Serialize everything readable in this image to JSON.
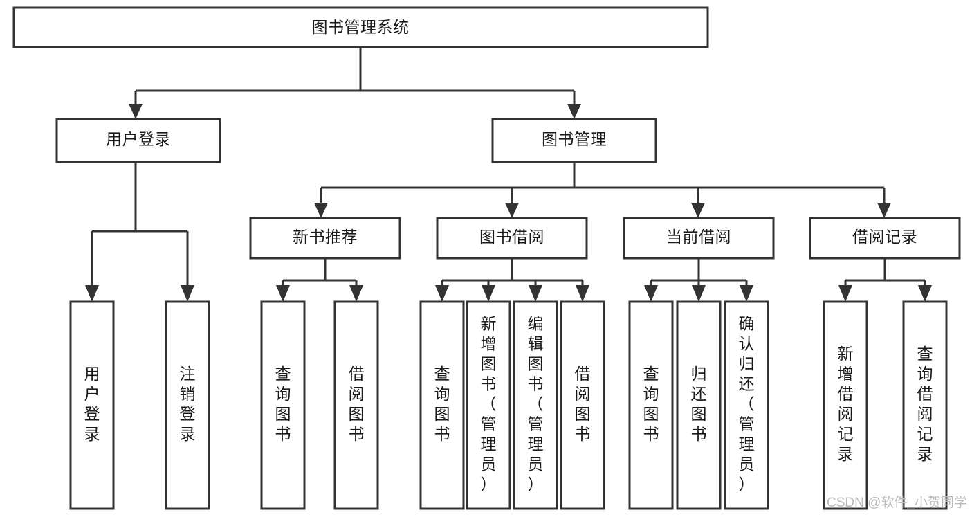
{
  "diagram": {
    "type": "hierarchy-tree",
    "title_node": {
      "id": "root",
      "label": "图书管理系统"
    },
    "level2": [
      {
        "id": "user-login",
        "label": "用户登录"
      },
      {
        "id": "book-manage",
        "label": "图书管理"
      }
    ],
    "level3": [
      {
        "id": "new-book-recommend",
        "label": "新书推荐",
        "parent": "book-manage"
      },
      {
        "id": "book-borrow",
        "label": "图书借阅",
        "parent": "book-manage"
      },
      {
        "id": "current-borrow",
        "label": "当前借阅",
        "parent": "book-manage"
      },
      {
        "id": "borrow-record",
        "label": "借阅记录",
        "parent": "book-manage"
      }
    ],
    "leaves": [
      {
        "id": "leaf-user-login",
        "label": "用户登录",
        "parent": "user-login"
      },
      {
        "id": "leaf-logout",
        "label": "注销登录",
        "parent": "user-login"
      },
      {
        "id": "leaf-query-book-1",
        "label": "查询图书",
        "parent": "new-book-recommend"
      },
      {
        "id": "leaf-borrow-book-1",
        "label": "借阅图书",
        "parent": "new-book-recommend"
      },
      {
        "id": "leaf-query-book-2",
        "label": "查询图书",
        "parent": "book-borrow"
      },
      {
        "id": "leaf-add-book",
        "label": "新增图书（管理员）",
        "parent": "book-borrow"
      },
      {
        "id": "leaf-edit-book",
        "label": "编辑图书（管理员）",
        "parent": "book-borrow"
      },
      {
        "id": "leaf-borrow-book-2",
        "label": "借阅图书",
        "parent": "book-borrow"
      },
      {
        "id": "leaf-query-book-3",
        "label": "查询图书",
        "parent": "current-borrow"
      },
      {
        "id": "leaf-return-book",
        "label": "归还图书",
        "parent": "current-borrow"
      },
      {
        "id": "leaf-confirm-return",
        "label": "确认归还（管理员）",
        "parent": "current-borrow"
      },
      {
        "id": "leaf-add-record",
        "label": "新增借阅记录",
        "parent": "borrow-record"
      },
      {
        "id": "leaf-query-record",
        "label": "查询借阅记录",
        "parent": "borrow-record"
      }
    ],
    "colors": {
      "stroke": "#333333",
      "fill": "#ffffff",
      "text": "#1a1a1a",
      "background": "#ffffff",
      "watermark": "#b9b9b9"
    }
  },
  "watermark": {
    "text": "CSDN @软件_小贺同学"
  }
}
